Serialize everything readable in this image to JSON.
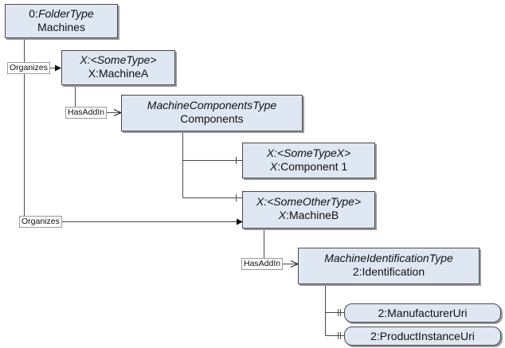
{
  "nodes": {
    "machines": {
      "type_prefix": "0:",
      "type": "FolderType",
      "name": "Machines"
    },
    "machine_a": {
      "type": "X:<SomeType>",
      "name": "X:MachineA"
    },
    "components": {
      "type": "MachineComponentsType",
      "name": "Components"
    },
    "component_1": {
      "type": "X:<SomeTypeX>",
      "name_prefix": "X",
      "name": ":Component 1"
    },
    "machine_b": {
      "type": "X:<SomeOtherType>",
      "name_prefix": "X",
      "name": ":MachineB"
    },
    "identification": {
      "type": "MachineIdentificationType",
      "name": "2:Identification"
    },
    "manufacturer_uri": {
      "name": "2:ManufacturerUri"
    },
    "product_instance_uri": {
      "name": "2:ProductInstanceUri"
    }
  },
  "edges": {
    "organizes_a": "Organizes",
    "has_add_in_a": "HasAddIn",
    "organizes_b": "Organizes",
    "has_add_in_b": "HasAddIn"
  },
  "colors": {
    "node_fill": "#dfe7f3",
    "line": "#4a4a4a"
  }
}
